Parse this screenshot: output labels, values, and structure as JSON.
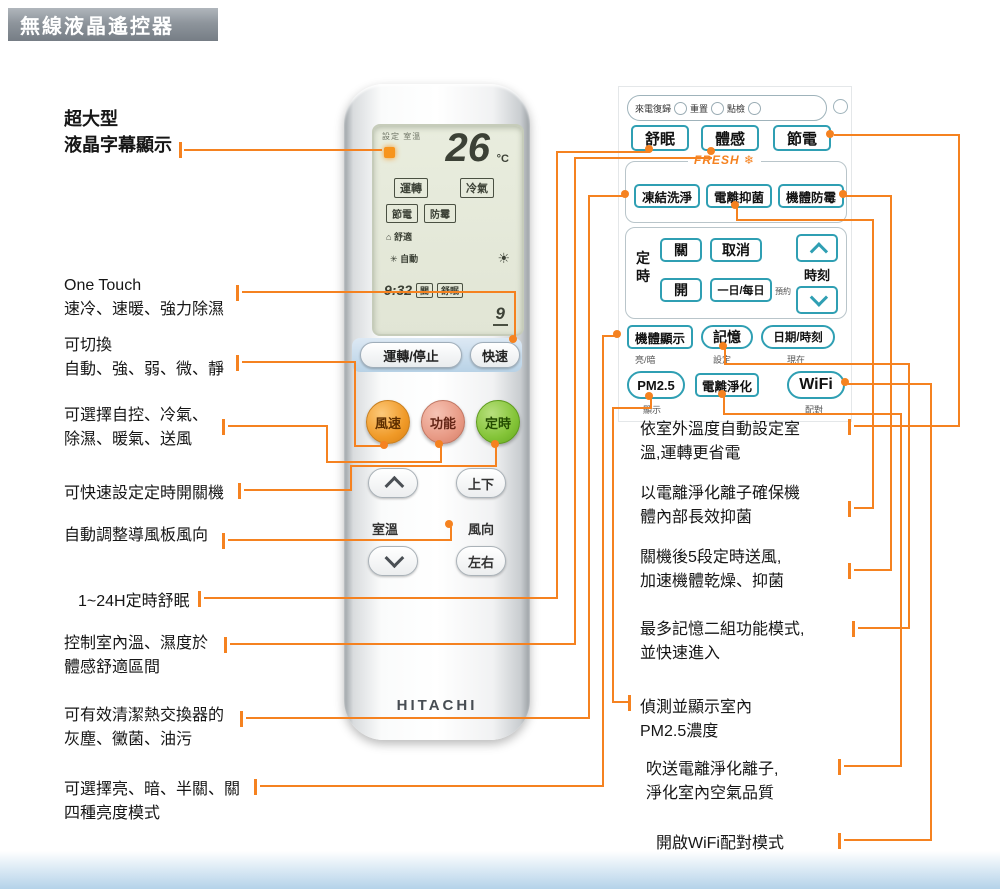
{
  "page": {
    "banner": "無線液晶遙控器"
  },
  "icons": {
    "house": "⌂",
    "fan": "✳",
    "sun": "☀"
  },
  "remote": {
    "brand": "HITACHI",
    "lcd": {
      "set_label": "設定 室溫",
      "temperature": "26",
      "unit": "°C",
      "run": "運轉",
      "cool": "冷氣",
      "eco": "節電",
      "mold": "防霉",
      "comfort": "舒適",
      "auto": "自動",
      "time": "9:32",
      "off": "關",
      "sleep": "舒眠",
      "hours": "9"
    },
    "buttons": {
      "run_stop": "運轉/停止",
      "quick": "快速",
      "fan": "風速",
      "mode": "功能",
      "timer": "定時",
      "updown": "上下",
      "room_temp": "室溫",
      "wind_dir": "風向",
      "leftright": "左右"
    }
  },
  "panel": {
    "indicators": [
      {
        "label": "來電復歸"
      },
      {
        "label": "重置"
      },
      {
        "label": "點檢"
      }
    ],
    "top_buttons": [
      {
        "label": "舒眠"
      },
      {
        "label": "體感"
      },
      {
        "label": "節電"
      }
    ],
    "fresh": {
      "legend": "FRESH ❄",
      "buttons": [
        {
          "label": "凍結洗淨"
        },
        {
          "label": "電離抑菌"
        },
        {
          "label": "機體防霉"
        }
      ]
    },
    "timer": {
      "label": "定\n時",
      "off": "關",
      "cancel": "取消",
      "on": "開",
      "daily": "一日/每日",
      "reserve": "預約",
      "clock": "時刻"
    },
    "display_row": {
      "body_display": "機體顯示",
      "memory": "記憶",
      "datetime": "日期/時刻",
      "sub_bright": "亮/暗",
      "sub_set": "設定",
      "sub_now": "現在"
    },
    "bottom_row": {
      "pm": "PM2.5",
      "ion": "電離淨化",
      "wifi": "WiFi",
      "sub_show": "顯示",
      "sub_pair": "配對"
    }
  },
  "callouts_left": [
    {
      "line1": "超大型",
      "line2": "液晶字幕顯示"
    },
    {
      "line1": "One Touch",
      "line2": "速冷、速暖、強力除濕"
    },
    {
      "line1": "可切換",
      "line2": "自動、強、弱、微、靜"
    },
    {
      "line1": "可選擇自控、冷氣、",
      "line2": "除濕、暖氣、送風"
    },
    {
      "line1": "可快速設定定時開關機",
      "line2": ""
    },
    {
      "line1": "自動調整導風板風向",
      "line2": ""
    },
    {
      "line1": "1~24H定時舒眠",
      "line2": ""
    },
    {
      "line1": "控制室內溫、濕度於",
      "line2": "體感舒適區間"
    },
    {
      "line1": "可有效清潔熱交換器的",
      "line2": "灰塵、黴菌、油污"
    },
    {
      "line1": "可選擇亮、暗、半關、關",
      "line2": "四種亮度模式"
    }
  ],
  "callouts_right": [
    {
      "line1": "依室外溫度自動設定室",
      "line2": "溫,運轉更省電"
    },
    {
      "line1": "以電離淨化離子確保機",
      "line2": "體內部長效抑菌"
    },
    {
      "line1": "關機後5段定時送風,",
      "line2": "加速機體乾燥、抑菌"
    },
    {
      "line1": "最多記憶二組功能模式,",
      "line2": "並快速進入"
    },
    {
      "line1": "偵測並顯示室內",
      "line2": "PM2.5濃度"
    },
    {
      "line1": "吹送電離淨化離子,",
      "line2": "淨化室內空氣品質"
    },
    {
      "line1": "開啟WiFi配對模式",
      "line2": ""
    }
  ],
  "colors": {
    "accent": "#F58220",
    "teal": "#2F9FB3"
  }
}
